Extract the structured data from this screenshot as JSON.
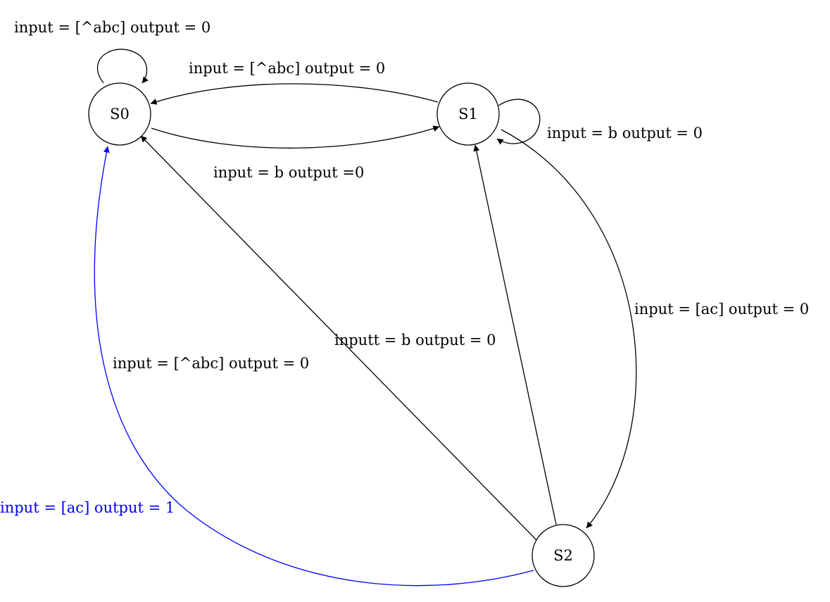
{
  "states": [
    {
      "id": "S0",
      "label": "S0"
    },
    {
      "id": "S1",
      "label": "S1"
    },
    {
      "id": "S2",
      "label": "S2"
    }
  ],
  "transitions": [
    {
      "id": "s0-self",
      "from": "S0",
      "to": "S0",
      "label": "input = [^abc] output = 0"
    },
    {
      "id": "s1-to-s0",
      "from": "S1",
      "to": "S0",
      "label": "input = [^abc] output = 0"
    },
    {
      "id": "s0-to-s1",
      "from": "S0",
      "to": "S1",
      "label": "input = b output =0"
    },
    {
      "id": "s1-self",
      "from": "S1",
      "to": "S1",
      "label": "input = b output = 0"
    },
    {
      "id": "s1-to-s2",
      "from": "S1",
      "to": "S2",
      "label": "input = [ac] output = 0"
    },
    {
      "id": "s2-to-s1",
      "from": "S2",
      "to": "S1",
      "label": "inputt = b output = 0"
    },
    {
      "id": "s2-to-s0",
      "from": "S2",
      "to": "S0",
      "label": "input = [^abc] output = 0"
    },
    {
      "id": "s2-to-s0-blue",
      "from": "S2",
      "to": "S0",
      "label": "input = [ac] output = 1",
      "highlighted": true
    }
  ],
  "colors": {
    "default": "#000000",
    "highlight": "#0000ff"
  }
}
